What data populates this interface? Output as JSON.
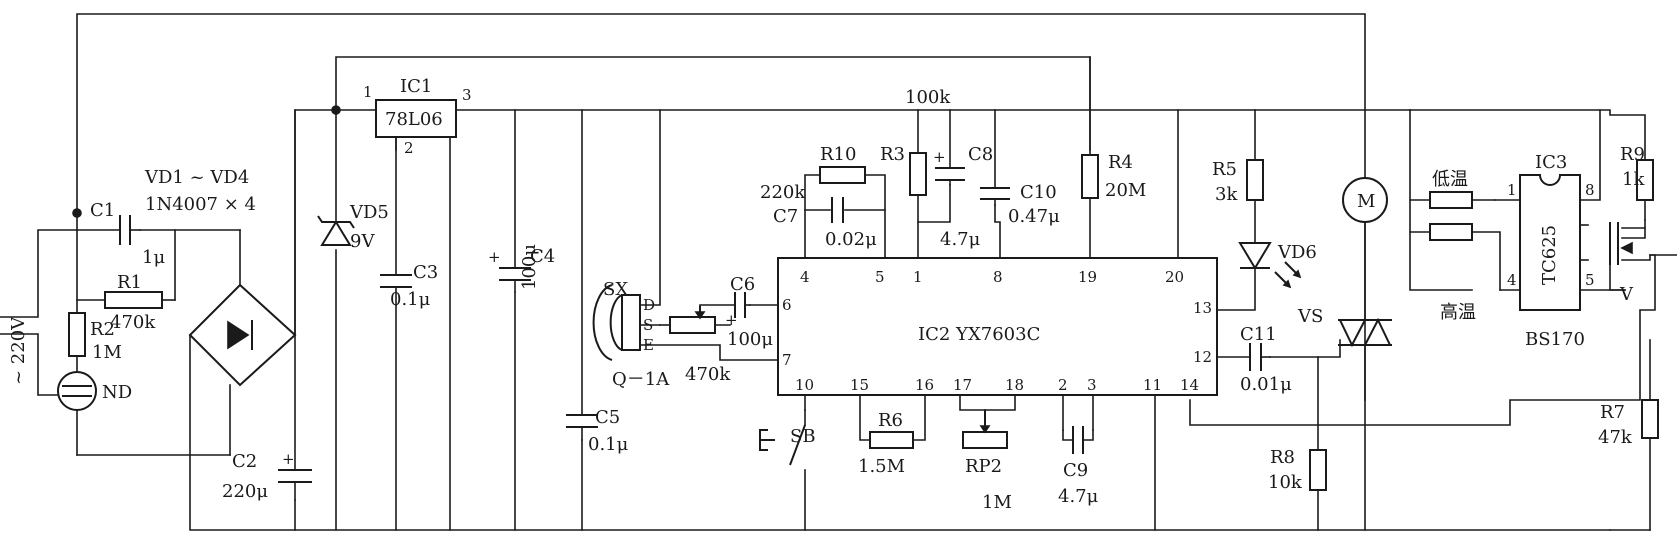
{
  "labels": {
    "vd1_vd4": "VD1 ~ VD4",
    "vd1_vd4_part": "1N4007 × 4",
    "c1": "C1",
    "c1_val": "1μ",
    "r1": "R1",
    "r1_val": "470k",
    "r2": "R2",
    "r2_val": "1M",
    "nd": "ND",
    "mains": "~ 220V",
    "c2": "C2",
    "c2_val": "220μ",
    "vd5": "VD5",
    "vd5_val": "9V",
    "ic1": "IC1",
    "ic1_part": "78L06",
    "ic1_pin1": "1",
    "ic1_pin2": "2",
    "ic1_pin3": "3",
    "c3": "C3",
    "c3_val": "0.1μ",
    "c4": "C4",
    "c4_val": "100μ",
    "c5": "C5",
    "c5_val": "0.1μ",
    "sx": "SX",
    "sx_d": "D",
    "sx_s": "S",
    "sx_e": "E",
    "q1a": "Q－1A",
    "pot_val": "470k",
    "c6": "C6",
    "c6_val": "100μ",
    "r10": "R10",
    "r10_val": "220k",
    "c7": "C7",
    "c7_val": "0.02μ",
    "r3": "R3",
    "r3_val": "100k",
    "c8": "C8",
    "c8_val": "4.7μ",
    "c10": "C10",
    "c10_val": "0.47μ",
    "r4": "R4",
    "r4_val": "20M",
    "r5": "R5",
    "r5_val": "3k",
    "vd6": "VD6",
    "vs": "VS",
    "c11": "C11",
    "c11_val": "0.01μ",
    "r8": "R8",
    "r8_val": "10k",
    "ic2": "IC2 YX7603C",
    "ic2_pins": [
      "4",
      "5",
      "1",
      "8",
      "19",
      "20",
      "6",
      "7",
      "13",
      "12",
      "10",
      "15",
      "16",
      "17",
      "18",
      "2",
      "3",
      "11",
      "14"
    ],
    "sb": "SB",
    "r6": "R6",
    "r6_val": "1.5M",
    "rp2": "RP2",
    "rp2_val": "1M",
    "c9": "C9",
    "c9_val": "4.7μ",
    "motor": "M",
    "low_temp": "低温",
    "high_temp": "高温",
    "ic3": "IC3",
    "ic3_part": "TC625",
    "ic3_pin1": "1",
    "ic3_pin8": "8",
    "ic3_pin4": "4",
    "ic3_pin5": "5",
    "r9": "R9",
    "r9_val": "1k",
    "mosfet_v": "V",
    "bs170": "BS170",
    "r7": "R7",
    "r7_val": "47k"
  }
}
